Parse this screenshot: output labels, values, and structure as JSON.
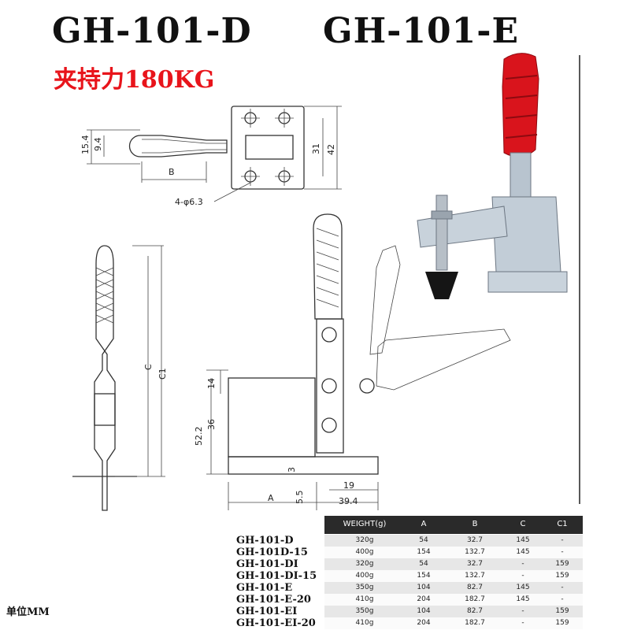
{
  "header": {
    "model_d": "GH-101-D",
    "model_e": "GH-101-E",
    "clamp_force": "夹持力180KG"
  },
  "unit_note": "单位MM",
  "dimensions": {
    "d15_4": "15.4",
    "d9_4": "9.4",
    "dB": "B",
    "d31": "31",
    "d42": "42",
    "hole": "4-φ6.3",
    "dC": "C",
    "dC1": "C1",
    "d14": "14",
    "d36": "36",
    "d52_2": "52.2",
    "d3": "3",
    "d19": "19",
    "dA": "A",
    "d5_5": "5.5",
    "d39_4": "39.4"
  },
  "colors": {
    "title": "#111111",
    "force": "#e8141b",
    "handle_red": "#d9141c",
    "zinc": "#b8c4cf",
    "table_header": "#2a2a2a"
  },
  "spec_table": {
    "headers": [
      "WEIGHT(g)",
      "A",
      "B",
      "C",
      "C1"
    ],
    "rows": [
      {
        "model": "GH-101-D",
        "weight": "320g",
        "a": "54",
        "b": "32.7",
        "c": "145",
        "c1": "-"
      },
      {
        "model": "GH-101D-15",
        "weight": "400g",
        "a": "154",
        "b": "132.7",
        "c": "145",
        "c1": "-"
      },
      {
        "model": "GH-101-DI",
        "weight": "320g",
        "a": "54",
        "b": "32.7",
        "c": "-",
        "c1": "159"
      },
      {
        "model": "GH-101-DI-15",
        "weight": "400g",
        "a": "154",
        "b": "132.7",
        "c": "-",
        "c1": "159"
      },
      {
        "model": "GH-101-E",
        "weight": "350g",
        "a": "104",
        "b": "82.7",
        "c": "145",
        "c1": "-"
      },
      {
        "model": "GH-101-E-20",
        "weight": "410g",
        "a": "204",
        "b": "182.7",
        "c": "145",
        "c1": "-"
      },
      {
        "model": "GH-101-EI",
        "weight": "350g",
        "a": "104",
        "b": "82.7",
        "c": "-",
        "c1": "159"
      },
      {
        "model": "GH-101-EI-20",
        "weight": "410g",
        "a": "204",
        "b": "182.7",
        "c": "-",
        "c1": "159"
      }
    ]
  }
}
